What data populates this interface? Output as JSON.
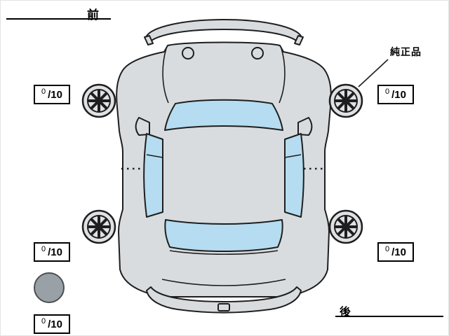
{
  "labels": {
    "front": "前",
    "rear": "後",
    "genuine_part": "純正品"
  },
  "tread": {
    "front_left": {
      "value": "0",
      "denom": "/10"
    },
    "front_right": {
      "value": "0",
      "denom": "/10"
    },
    "rear_left": {
      "value": "0",
      "denom": "/10"
    },
    "rear_right": {
      "value": "0",
      "denom": "/10"
    },
    "spare": {
      "value": "0",
      "denom": "/10"
    }
  },
  "colors": {
    "body": "#d8dcde",
    "outline": "#1e1e1e",
    "window": "#b5dcf0",
    "wheel": "#dfe2e4",
    "spare": "#9aa1a6"
  }
}
